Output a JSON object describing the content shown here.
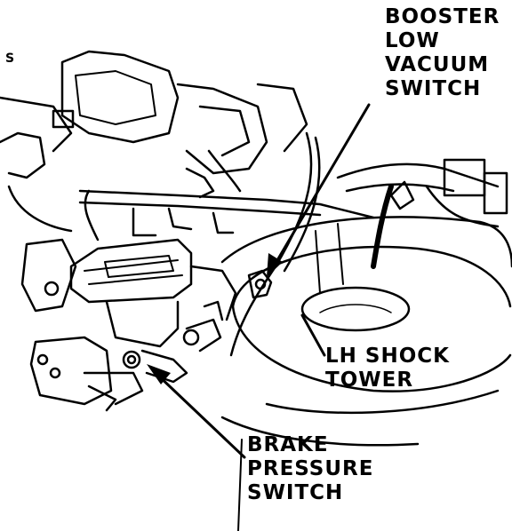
{
  "labels": {
    "booster": [
      "BOOSTER",
      "LOW",
      "VACUUM",
      "SWITCH"
    ],
    "shock_tower": [
      "LH SHOCK",
      "TOWER"
    ],
    "brake": [
      "BRAKE",
      "PRESSURE",
      "SWITCH"
    ]
  },
  "corner_mark": "S",
  "colors": {
    "ink": "#000000",
    "paper": "#ffffff"
  }
}
